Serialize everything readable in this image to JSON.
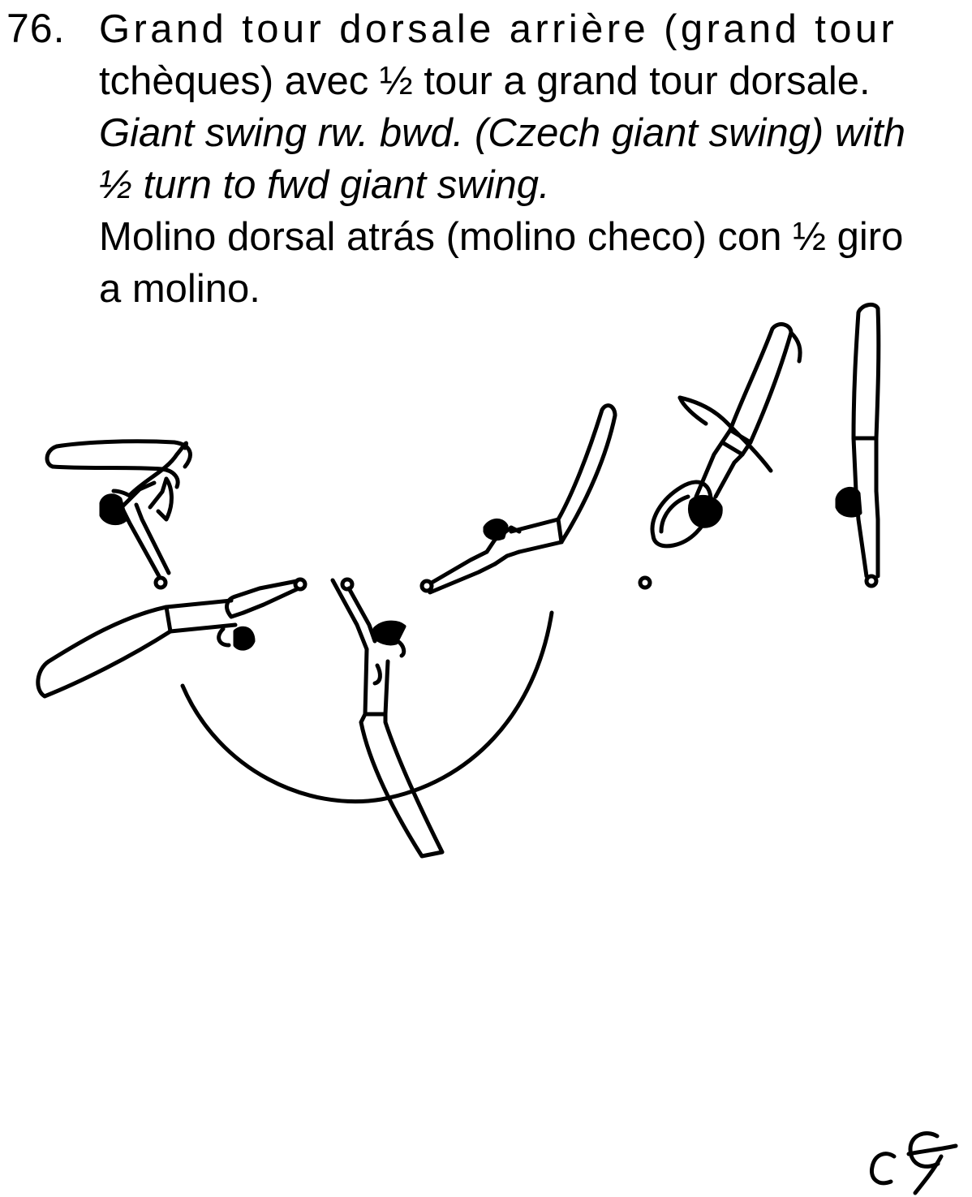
{
  "entry": {
    "number": "76.",
    "french": {
      "line1": "Grand tour dorsale arrière (grand tour",
      "line2": "tchèques) avec ½ tour a grand tour dorsale."
    },
    "english": {
      "line1": "Giant swing rw. bwd. (Czech giant swing) with",
      "line2": "½ turn to fwd giant swing."
    },
    "spanish": {
      "line1": "Molino dorsal atrás (molino checo) con ½ giro",
      "line2": "a molino."
    }
  },
  "figure": {
    "icons": [
      "gymnast-sequence-drawing",
      "rotation-arc",
      "bar-markers"
    ],
    "stroke_color": "#000000",
    "signature_initials": "CG"
  }
}
